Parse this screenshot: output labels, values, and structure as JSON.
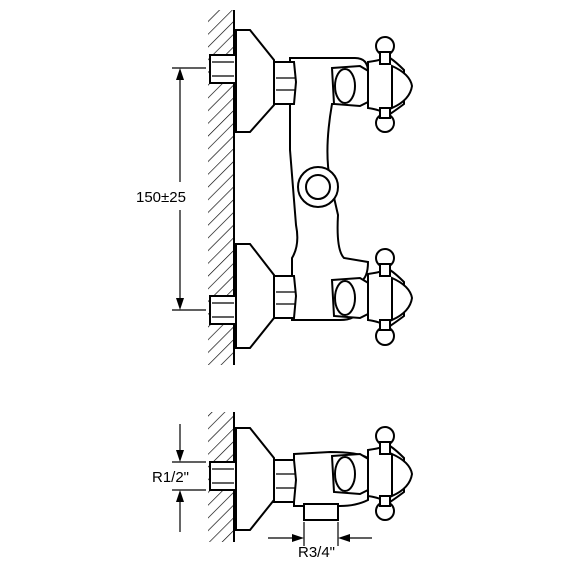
{
  "dimensions": {
    "spacing_label": "150±25",
    "inlet_thread_label": "R1/2\"",
    "outlet_thread_label": "R3/4\""
  },
  "colors": {
    "line": "#000000",
    "background": "#ffffff"
  }
}
